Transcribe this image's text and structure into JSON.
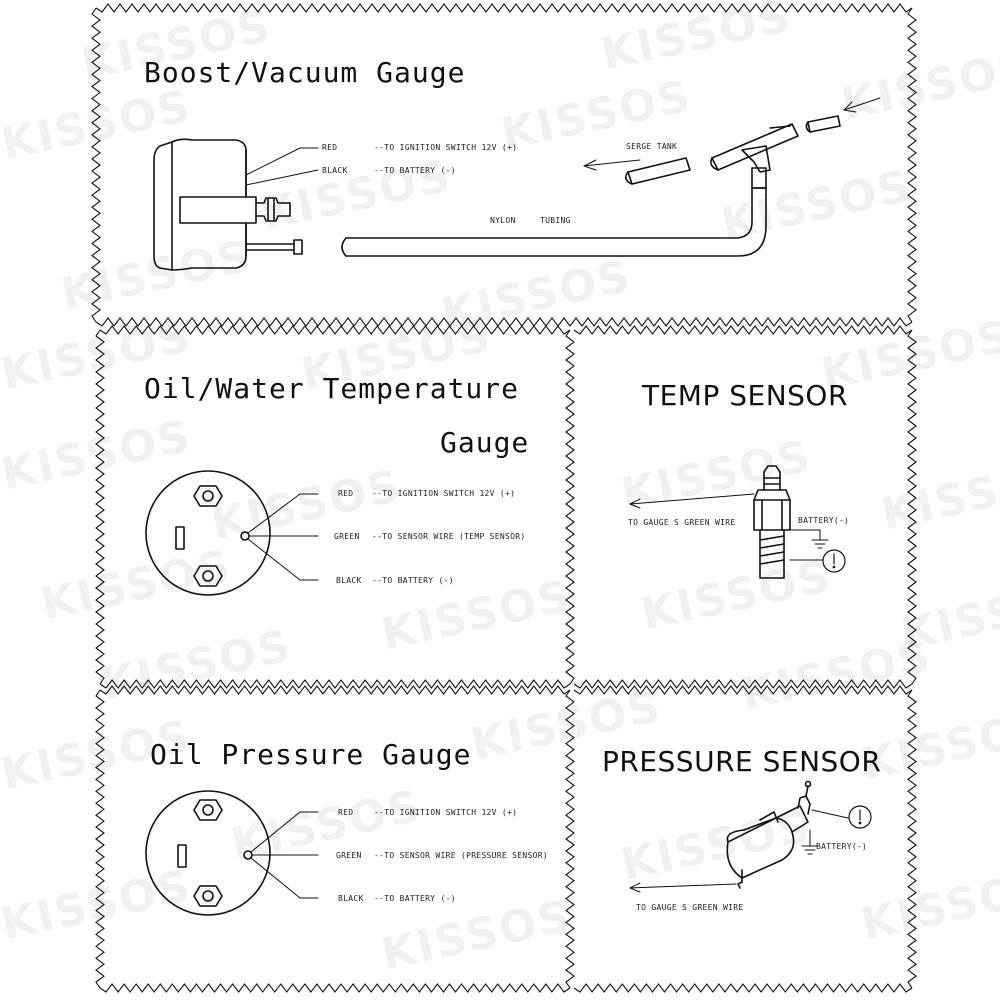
{
  "watermark": "KISSOS",
  "panels": {
    "boost": {
      "title": "Boost/Vacuum Gauge",
      "labels": {
        "red": "RED",
        "red_desc": "--TO IGNITION SWITCH 12V (+)",
        "black": "BLACK",
        "black_desc": "--TO BATTERY (-)",
        "serge_tank": "SERGE TANK",
        "nylon": "NYLON",
        "tubing": "TUBING"
      }
    },
    "temp_gauge": {
      "title_line1": "Oil/Water Temperature",
      "title_line2": "Gauge",
      "labels": {
        "red": "RED",
        "red_desc": "--TO IGNITION SWITCH 12V (+)",
        "green": "GREEN",
        "green_desc": "--TO SENSOR WIRE (TEMP SENSOR)",
        "black": "BLACK",
        "black_desc": "--TO BATTERY (-)"
      }
    },
    "temp_sensor": {
      "title": "TEMP SENSOR",
      "labels": {
        "to_gauge": "TO GAUGE S GREEN WIRE",
        "battery": "BATTERY(-)"
      }
    },
    "pressure_gauge": {
      "title": "Oil Pressure Gauge",
      "labels": {
        "red": "RED",
        "red_desc": "--TO IGNITION SWITCH 12V (+)",
        "green": "GREEN",
        "green_desc": "--TO SENSOR WIRE (PRESSURE SENSOR)",
        "black": "BLACK",
        "black_desc": "--TO BATTERY (-)"
      }
    },
    "pressure_sensor": {
      "title": "PRESSURE SENSOR",
      "labels": {
        "battery": "BATTERY(-)",
        "to_gauge": "TO GAUGE S GREEN WIRE"
      }
    }
  },
  "colors": {
    "line": "#111111",
    "background": "#ffffff"
  }
}
